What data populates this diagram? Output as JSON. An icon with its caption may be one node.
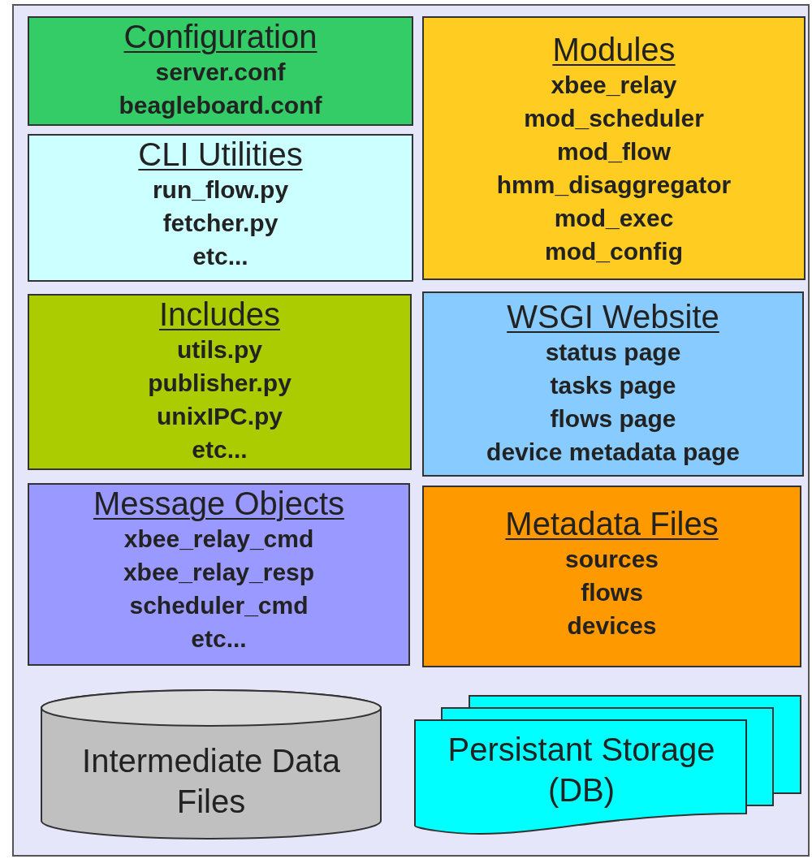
{
  "diagram": {
    "nodes": [
      {
        "text": [],
        "shape": "box"
      },
      {
        "text": [
          "Configuration",
          "server.conf",
          "beagleboard.conf"
        ],
        "in": 0
      },
      {
        "text": [
          "Modules",
          "xbee_relay",
          "mod_scheduler",
          "mod_flow",
          "hmm_disaggregator",
          "mod_exec",
          "mod_config"
        ],
        "in": 0
      },
      {
        "text": [
          "CLI Utilities",
          "run_flow.py",
          "fetcher.py",
          "etc..."
        ],
        "in": 0
      },
      {
        "text": [
          "Includes",
          "utils.py",
          "publisher.py",
          "unixIPC.py",
          "etc..."
        ],
        "in": 0
      },
      {
        "text": [
          "WSGI Website",
          "status page",
          "tasks page",
          "flows page",
          "device metadata page"
        ],
        "in": 0
      },
      {
        "text": [
          "Message Objects",
          "xbee_relay_cmd",
          "xbee_relay_resp",
          "scheduler_cmd",
          "etc..."
        ],
        "in": 0
      },
      {
        "text": [
          "Metadata Files",
          "sources",
          "flows",
          "devices"
        ],
        "in": 0
      },
      {
        "text": [
          "Intermediate Data Files"
        ],
        "in": 0
      },
      {
        "text": [
          "Persistant Storage (DB)"
        ],
        "in": 0
      }
    ],
    "edges": []
  }
}
